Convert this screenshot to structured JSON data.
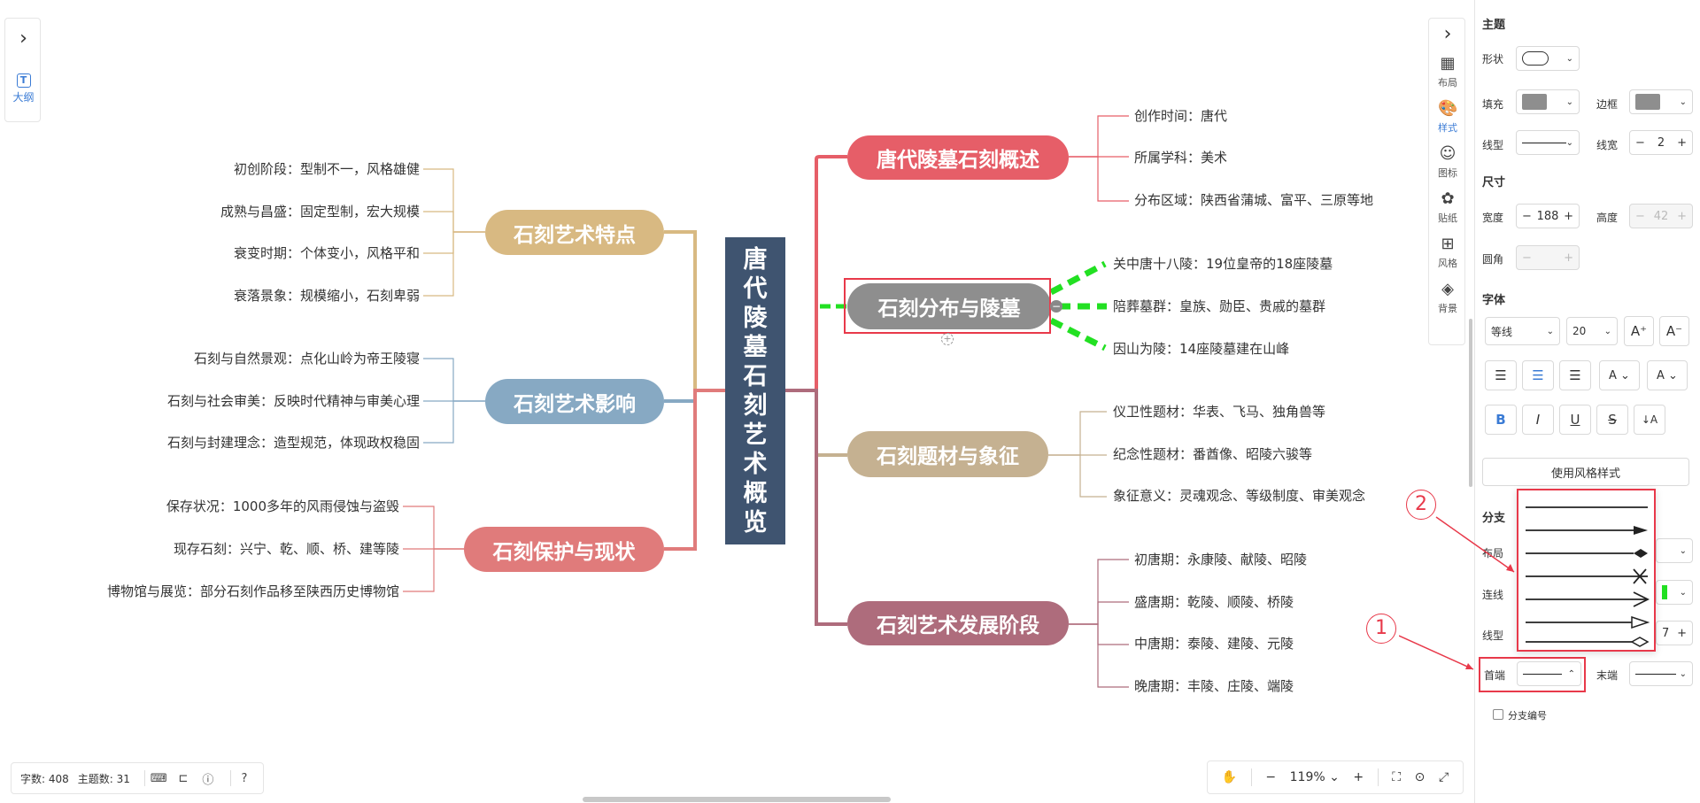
{
  "mindmap": {
    "root": "唐代陵墓石刻艺术概览",
    "branches": [
      {
        "label": "唐代陵墓石刻概述",
        "color": "#e65e68",
        "children": [
          "创作时间：唐代",
          "所属学科：美术",
          "分布区域：陕西省蒲城、富平、三原等地"
        ]
      },
      {
        "label": "石刻分布与陵墓",
        "color": "#8e8e8e",
        "children": [
          "关中唐十八陵：19位皇帝的18座陵墓",
          "陪葬墓群：皇族、勋臣、贵戚的墓群",
          "因山为陵：14座陵墓建在山峰"
        ]
      },
      {
        "label": "石刻题材与象征",
        "color": "#c5b191",
        "children": [
          "仪卫性题材：华表、飞马、独角兽等",
          "纪念性题材：番酋像、昭陵六骏等",
          "象征意义：灵魂观念、等级制度、审美观念"
        ]
      },
      {
        "label": "石刻艺术发展阶段",
        "color": "#ae6c7c",
        "children": [
          "初唐期：永康陵、献陵、昭陵",
          "盛唐期：乾陵、顺陵、桥陵",
          "中唐期：泰陵、建陵、元陵",
          "晚唐期：丰陵、庄陵、端陵"
        ]
      },
      {
        "label": "石刻艺术特点",
        "color": "#d8b982",
        "children": [
          "初创阶段：型制不一，风格雄健",
          "成熟与昌盛：固定型制，宏大规模",
          "衰变时期：个体变小，风格平和",
          "衰落景象：规模缩小，石刻卑弱"
        ]
      },
      {
        "label": "石刻艺术影响",
        "color": "#87a9c3",
        "children": [
          "石刻与自然景观：点化山岭为帝王陵寝",
          "石刻与社会审美：反映时代精神与审美心理",
          "石刻与封建理念：造型规范，体现政权稳固"
        ]
      },
      {
        "label": "石刻保护与现状",
        "color": "#e07b7b",
        "children": [
          "保存状况：1000多年的风雨侵蚀与盗毁",
          "现存石刻：兴宁、乾、顺、桥、建等陵",
          "博物馆与展览：部分石刻作品移至陕西历史博物馆"
        ]
      }
    ],
    "highlight_color": "#22e022"
  },
  "left_panel": {
    "outline_label": "大纲"
  },
  "right_tools": [
    {
      "label": "布局",
      "icon": "layout-icon",
      "active": false
    },
    {
      "label": "样式",
      "icon": "palette-icon",
      "active": true
    },
    {
      "label": "图标",
      "icon": "emoji-icon",
      "active": false
    },
    {
      "label": "贴纸",
      "icon": "sticker-icon",
      "active": false
    },
    {
      "label": "风格",
      "icon": "grid-icon",
      "active": false
    },
    {
      "label": "背景",
      "icon": "layers-icon",
      "active": false
    }
  ],
  "stats": {
    "words": "字数: 408",
    "topics": "主题数: 31"
  },
  "zoom": {
    "level": "119%"
  },
  "side_panel": {
    "topic_header": "主题",
    "shape_label": "形状",
    "fill_label": "填充",
    "border_label": "边框",
    "line_type_label": "线型",
    "line_width_label": "线宽",
    "line_width_value": "2",
    "size_header": "尺寸",
    "width_label": "宽度",
    "width_value": "188",
    "height_label": "高度",
    "height_value": "42",
    "radius_label": "圆角",
    "font_header": "字体",
    "font_family": "等线",
    "font_size": "20",
    "apply_style_button": "使用风格样式",
    "branch_header": "分支",
    "branch_layout_label": "布局",
    "branch_connect_label": "连线",
    "branch_line_label": "线型",
    "branch_line_value": "7",
    "line_start_label": "首端",
    "line_end_label": "末端",
    "branch_numbering_label": "分支编号",
    "fill_color": "#8e8e8e",
    "border_color": "#8e8e8e",
    "connect_color": "#22e022"
  },
  "annotations": {
    "one": "1",
    "two": "2"
  }
}
